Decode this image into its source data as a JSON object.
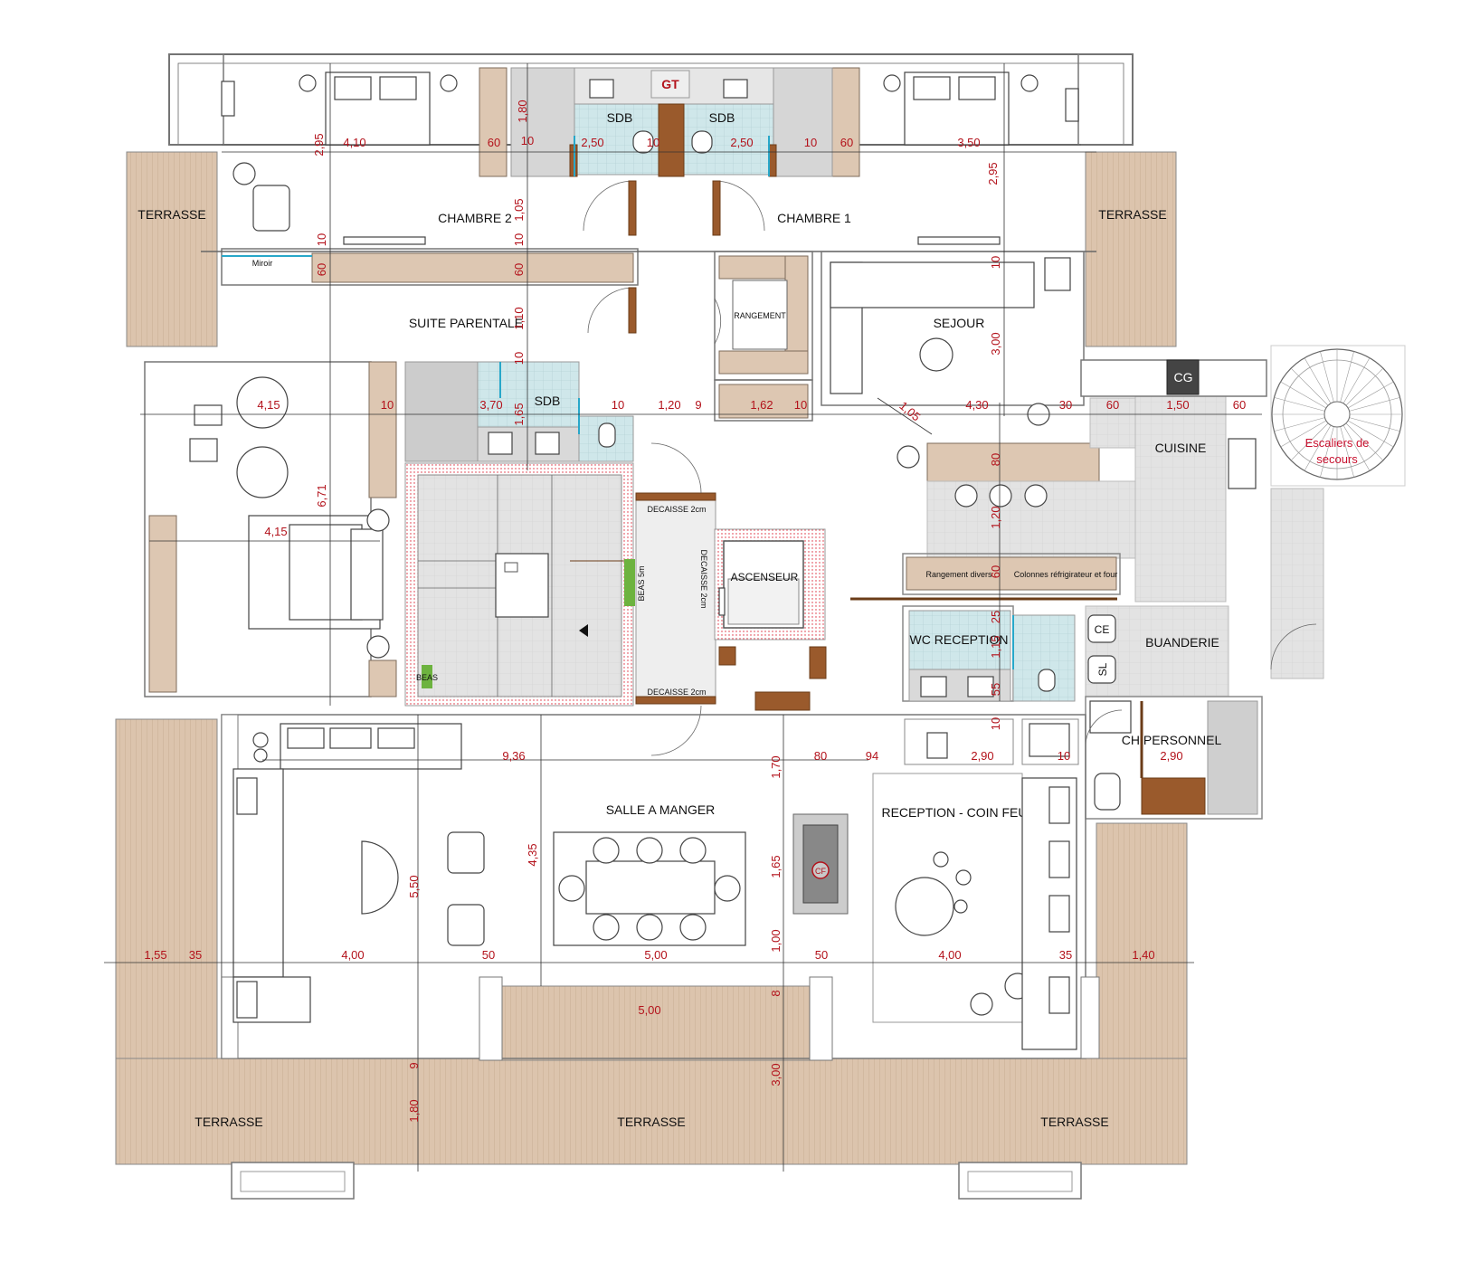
{
  "rooms": {
    "terrasse_left": "TERRASSE",
    "terrasse_right": "TERRASSE",
    "chambre2": "CHAMBRE 2",
    "chambre1": "CHAMBRE 1",
    "sdb_left": "SDB",
    "sdb_right": "SDB",
    "gt": "GT",
    "suite_parentale": "SUITE PARENTALE",
    "sdb_suite": "SDB",
    "rangement": "RANGEMENT",
    "sejour": "SEJOUR",
    "cuisine": "CUISINE",
    "cg": "CG",
    "escaliers": "Escaliers de",
    "escaliers2": "secours",
    "ascenseur": "ASCENSEUR",
    "rangement_divers": "Rangement divers",
    "colonnes": "Colonnes réfrigirateur et four",
    "wc_reception": "WC RECEPTION",
    "buanderie": "BUANDERIE",
    "ce": "CE",
    "sl": "SL",
    "ch_personnel": "CH.PERSONNEL",
    "salle_a_manger": "SALLE A MANGER",
    "reception": "RECEPTION - COIN FEU",
    "cf": "CF",
    "terrasse_bl": "TERRASSE",
    "terrasse_bm": "TERRASSE",
    "terrasse_br": "TERRASSE",
    "miroir": "Miroir",
    "decasse1": "DECAISSE 2cm",
    "decasse2": "DECAISSE 2cm",
    "decasse3": "DECAISSE 2cm",
    "beas": "BEAS",
    "beas2": "BEAS 5m"
  },
  "dims": {
    "d_410": "4,10",
    "d_295a": "2,95",
    "d_60a": "60",
    "d_180": "1,80",
    "d_10a": "10",
    "d_250a": "2,50",
    "d_10b": "10",
    "d_250b": "2,50",
    "d_10c": "10",
    "d_60b": "60",
    "d_350": "3,50",
    "d_295b": "2,95",
    "d_105": "1,05",
    "d_10d": "10",
    "d_10e": "10",
    "d_60c": "60",
    "d_60d": "60",
    "d_110": "1,10",
    "d_10f": "10",
    "d_10g": "10",
    "d_300": "3,00",
    "d_415a": "4,15",
    "d_10h": "10",
    "d_370": "3,70",
    "d_165a": "1,65",
    "d_10i": "10",
    "d_120a": "1,20",
    "d_9a": "9",
    "d_162": "1,62",
    "d_10j": "10",
    "d_105b": "1,05",
    "d_430": "4,30",
    "d_30": "30",
    "d_60e": "60",
    "d_150": "1,50",
    "d_60f": "60",
    "d_80a": "80",
    "d_671": "6,71",
    "d_415b": "4,15",
    "d_120b": "1,20",
    "d_60g": "60",
    "d_25": "25",
    "d_115": "1,15",
    "d_55": "55",
    "d_10k": "10",
    "d_936": "9,36",
    "d_170": "1,70",
    "d_80b": "80",
    "d_94": "94",
    "d_290a": "2,90",
    "d_10l": "10",
    "d_290b": "2,90",
    "d_550": "5,50",
    "d_435": "4,35",
    "d_165b": "1,65",
    "d_100": "1,00",
    "d_155": "1,55",
    "d_35a": "35",
    "d_400a": "4,00",
    "d_50a": "50",
    "d_500a": "5,00",
    "d_50b": "50",
    "d_400b": "4,00",
    "d_35b": "35",
    "d_140": "1,40",
    "d_500b": "5,00",
    "d_8": "8",
    "d_9b": "9",
    "d_300b": "3,00",
    "d_180b": "1,80"
  }
}
